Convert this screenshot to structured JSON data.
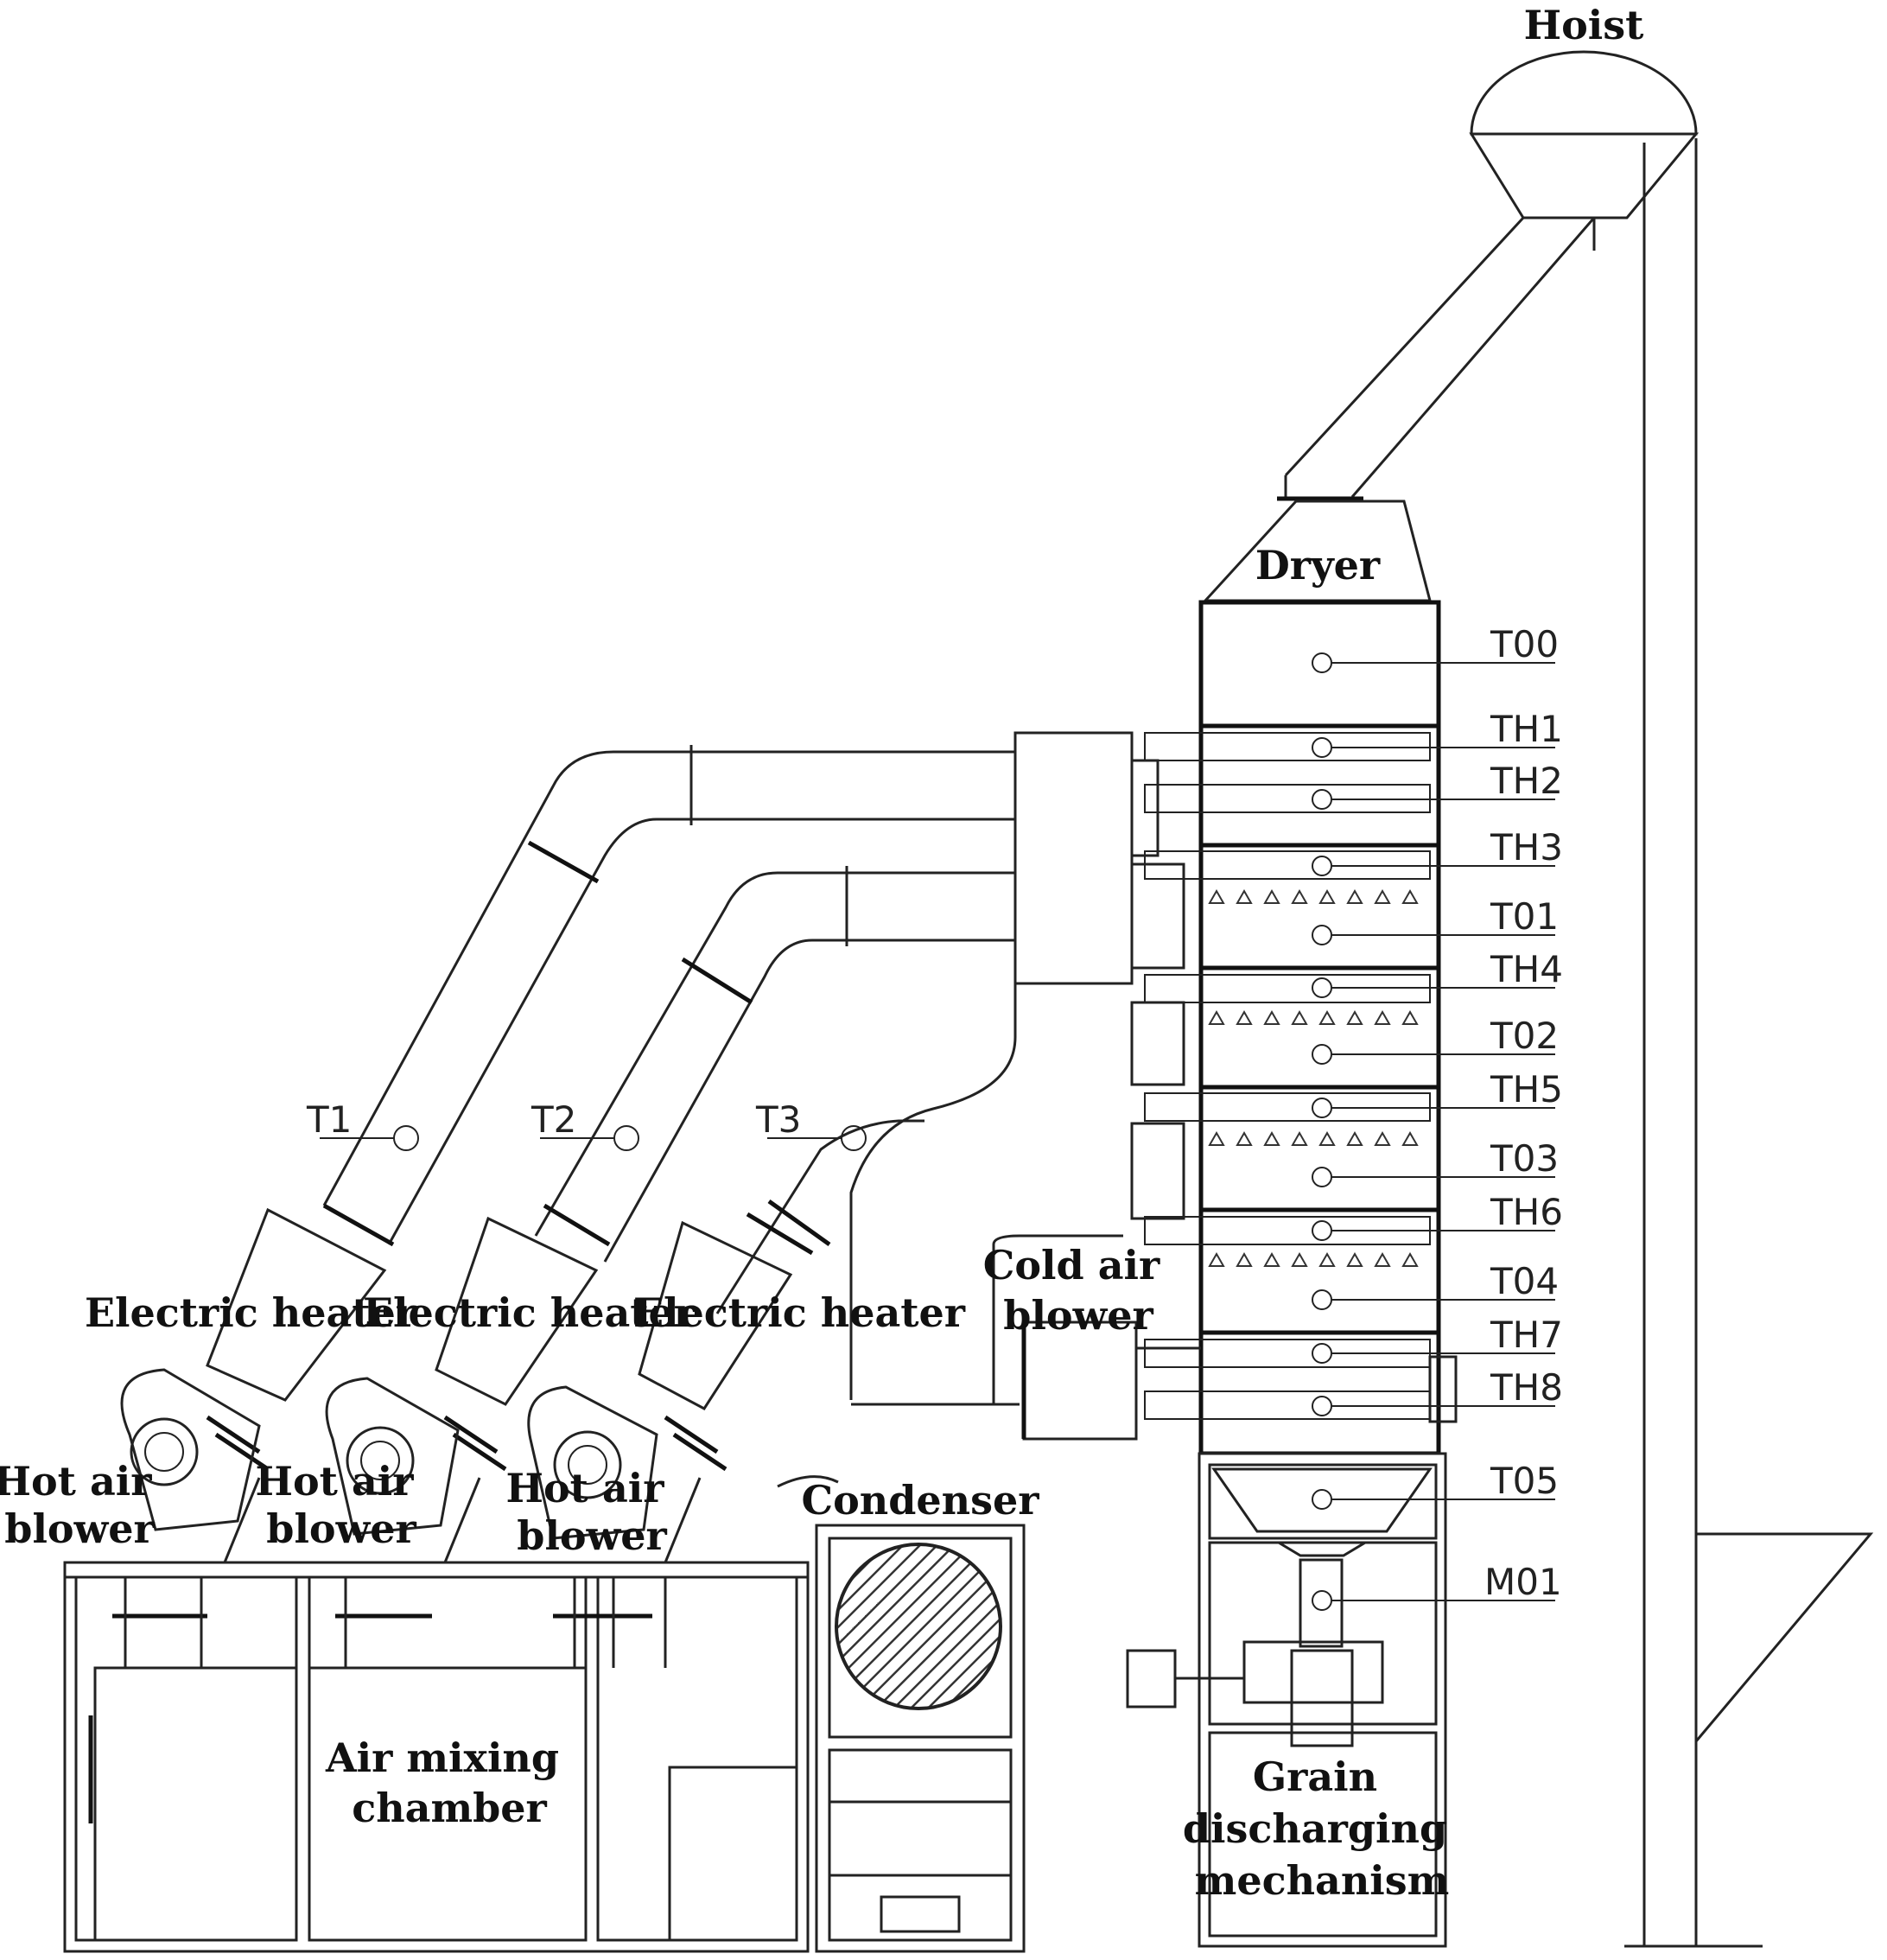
{
  "labels": {
    "hoist": "Hoist",
    "dryer": "Dryer",
    "electric_heater_1": "Electric heater",
    "electric_heater_2": "Electric heater",
    "electric_heater_3": "Electric heater",
    "hot_air_blower_1": [
      "Hot air",
      "blower"
    ],
    "hot_air_blower_2": [
      "Hot air",
      "blower"
    ],
    "hot_air_blower_3": [
      "Hot air",
      "blower"
    ],
    "cold_air_blower": [
      "Cold air",
      "blower"
    ],
    "condenser": "Condenser",
    "air_mixing_chamber": [
      "Air mixing",
      "chamber"
    ],
    "grain_discharging": [
      "Grain",
      "discharging",
      "mechanism"
    ]
  },
  "sensors": {
    "dryer": [
      "T00",
      "TH1",
      "TH2",
      "TH3",
      "T01",
      "TH4",
      "T02",
      "TH5",
      "T03",
      "TH6",
      "T04",
      "TH7",
      "TH8",
      "T05",
      "M01"
    ],
    "ducts": [
      "T1",
      "T2",
      "T3"
    ]
  },
  "colors": {
    "line": "#222222",
    "background": "#ffffff"
  }
}
